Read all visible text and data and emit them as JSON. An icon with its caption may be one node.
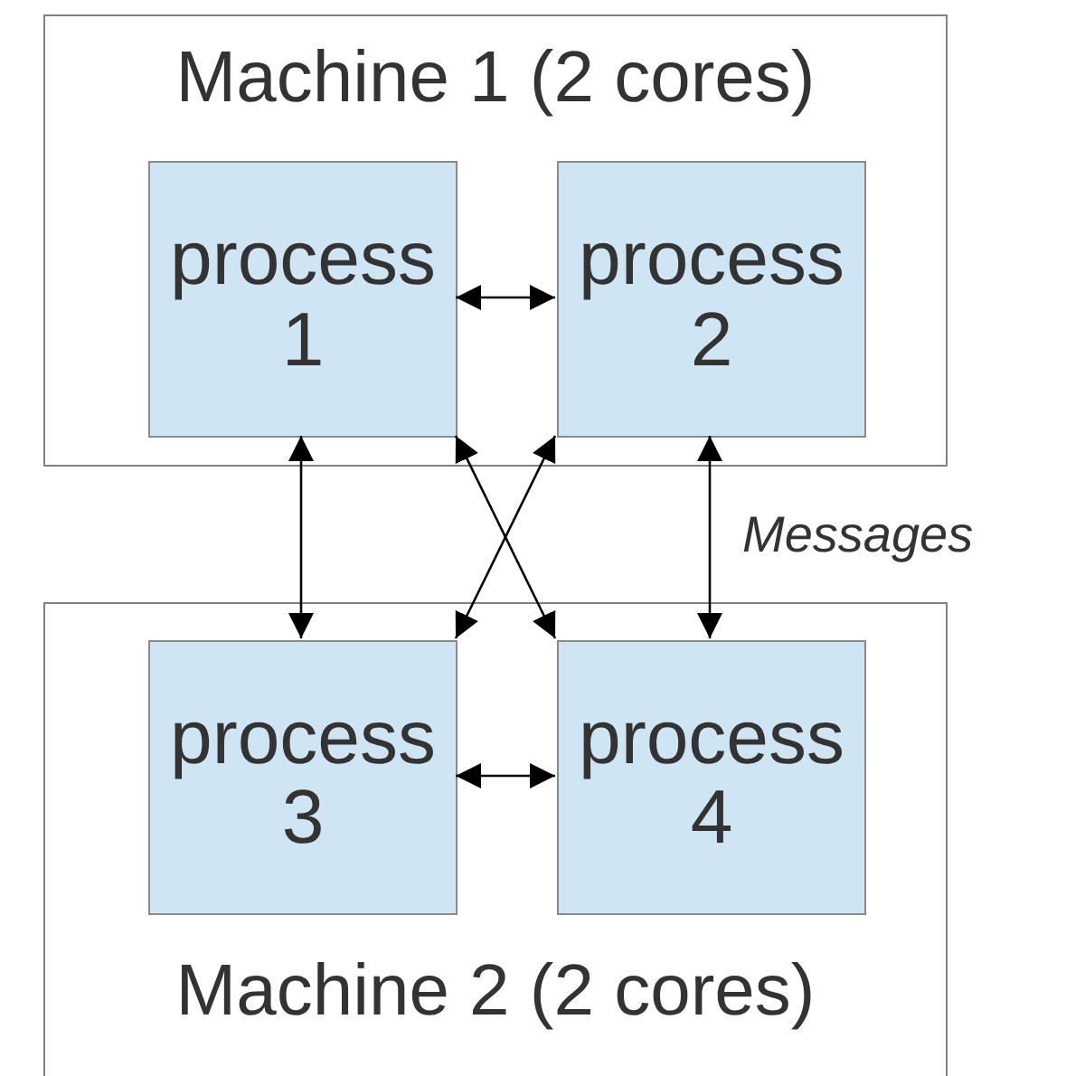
{
  "diagram": {
    "nodes": [
      {
        "text": [
          "Machine 1 (2 cores)"
        ]
      },
      {
        "text": [
          "process 1"
        ],
        "in": 0
      },
      {
        "text": [
          "process 2"
        ],
        "in": 0
      },
      {
        "text": [
          "Machine 2 (2 cores)"
        ]
      },
      {
        "text": [
          "process 3"
        ],
        "in": 3
      },
      {
        "text": [
          "process 4"
        ],
        "in": 3
      }
    ],
    "edges": [
      {
        "from": 1,
        "to": 2,
        "arrow": "both"
      },
      {
        "from": 1,
        "to": 4,
        "arrow": "both"
      },
      {
        "from": 1,
        "to": 5,
        "arrow": "both"
      },
      {
        "from": 2,
        "to": 4,
        "arrow": "both"
      },
      {
        "from": 2,
        "to": 5,
        "arrow": "both",
        "label": "Messages"
      },
      {
        "from": 4,
        "to": 5,
        "arrow": "both"
      }
    ]
  }
}
